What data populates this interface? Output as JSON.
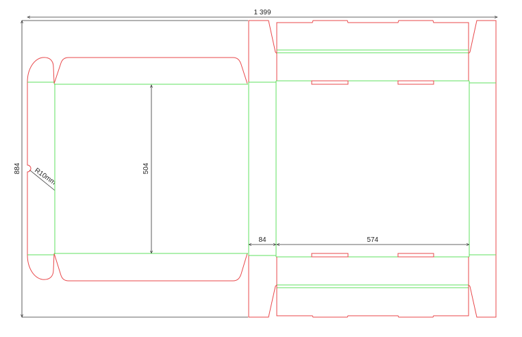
{
  "dimensions": {
    "overall_width": "1 399",
    "overall_height": "884",
    "panel_height": "504",
    "side_strip_width": "84",
    "panel_width": "574",
    "notch_radius": "R10mm"
  },
  "colors": {
    "cut_line": "#e8474a",
    "crease_line": "#5fe05f",
    "dimension_line": "#333333"
  }
}
